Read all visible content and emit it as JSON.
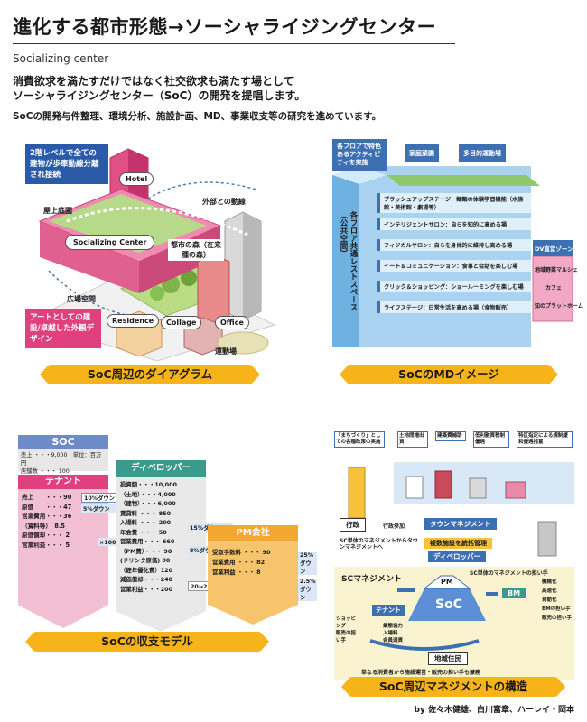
{
  "header": {
    "title": "進化する都市形態→ソーシャライジングセンター",
    "subtitle": "Socializing center",
    "lead_line1": "消費欲求を満たすだけではなく社交欲求も満たす場として",
    "lead_line2": "ソーシャライジングセンター（SoC）の開発を提唱します。",
    "note": "SoCの開発与件整理、環境分析、施設計画、MD、事業収支等の研究を進めています。"
  },
  "diagram1": {
    "banner": "SoC周辺のダイアグラム",
    "callout_top": "2階レベルで全ての建物が歩車動線分離され接続",
    "callout_bottom": "アートとしての建設/卓越した外観デザイン",
    "hotel": "Hotel",
    "center": "Socializing Center",
    "residence": "Residence",
    "collage": "Collage",
    "office": "Office",
    "rooftop": "屋上庭園",
    "external": "外部との動線",
    "forest": "都市の森（在来種の森）",
    "plaza": "広場空間",
    "field": "運動場"
  },
  "diagram2": {
    "banner": "SoCのMDイメージ",
    "top_left": "各フロアで特色あるアクティビティを実施",
    "top_mid": "家庭菜園",
    "top_right": "多目的運動場",
    "vertical": "各フロア共通レストスペース（公共空間）",
    "stage1": "ブラッシュアップステージ：麺類の体験学習機能（水族館・美術館・劇場等）",
    "stage2": "インテリジェントサロン：自らを知的に高める場",
    "stage3": "フィジカルサロン：自らを身体的に維持し高める場",
    "stage4": "イート＆コミュニケーション：食事と会話を楽しむ場",
    "stage5": "クリック＆ショッピング：ショールーミングを楽しむ場",
    "stage6": "ライフステージ：日常生活を高める場（食物販売）",
    "dv_zone": "DV直営ゾーン",
    "side1": "地域野菜マルシェ",
    "side2": "カフェ",
    "side3": "知のプラットホーム"
  },
  "diagram3": {
    "banner": "SoCの収支モデル",
    "soc_head": "SOC",
    "soc_line1": "売上 ・・・9,000　単位：百万円",
    "soc_line2": "店舗数 ・・・ 100",
    "tenant_head": "テナント",
    "tenant_rows": [
      "売上　　・・・90",
      "原価　　・・・47",
      "営業費用・・・36",
      "（賃料等）　8.5",
      "原価償却・・・ 2",
      "営業利益・・・ 5"
    ],
    "tenant_notes": [
      "10%ダウン",
      "5%ダウン",
      "×100店"
    ],
    "dev_head": "ディベロッパー",
    "dev_rows": [
      "投資額・・・10,000",
      "（土地）・・・4,000",
      "（建物）・・・6,000",
      "賃貸料 ・・・ 850",
      "入場料 ・・・ 200",
      "年会費 ・・・ 50",
      "営業費用・・・ 660",
      "（PM費）・・・ 90",
      "(ドリンク原価) 80",
      "（経年優化費）120",
      "減価償却・・・240",
      "営業利益・・・200"
    ],
    "dev_notes": [
      "15%ダウン",
      "8%ダウン",
      "20→25年"
    ],
    "pm_head": "PM会社",
    "pm_rows": [
      "受取手数料 ・・・ 90",
      "営業費用 ・・・ 82",
      "営業利益 ・・・ 8"
    ],
    "pm_notes": [
      "25%ダウン",
      "2.5%ダウン"
    ]
  },
  "diagram4": {
    "banner": "SoC周辺マネジメントの構造",
    "top_boxes": [
      "「まちづくり」としての各種政策の実施",
      "土地間増出資",
      "建築費補助",
      "低利融資税制優遇",
      "特区指定による規制緩和優遇措置"
    ],
    "gov": "行政",
    "gov_join": "行政参加",
    "town": "タウンマネジメント",
    "sc_from_town": "SC単体のマネジメントからタウンマネジメントへ",
    "multi": "複数施設を統括管理",
    "developer": "ディベロッパー",
    "scm_title": "SCマネジメント",
    "sc_role": "SC単体のマネジメントの担い手",
    "pm": "PM",
    "bm": "BM",
    "soc": "SoC",
    "tenant": "テナント",
    "community": "地域住民",
    "left_labels": [
      "ショッピング",
      "販売の担い手"
    ],
    "inner_labels": [
      "業態協力",
      "入場料",
      "会員通貨"
    ],
    "right_labels": [
      "機械化",
      "高速化",
      "自動化",
      "BMの担い手",
      "販売の担い手"
    ],
    "bottom": "単なる消費者から施設運営・販売の担い手も兼務"
  },
  "byline": "by 佐々木健雄、白川富章、ハーレイ・岡本"
}
